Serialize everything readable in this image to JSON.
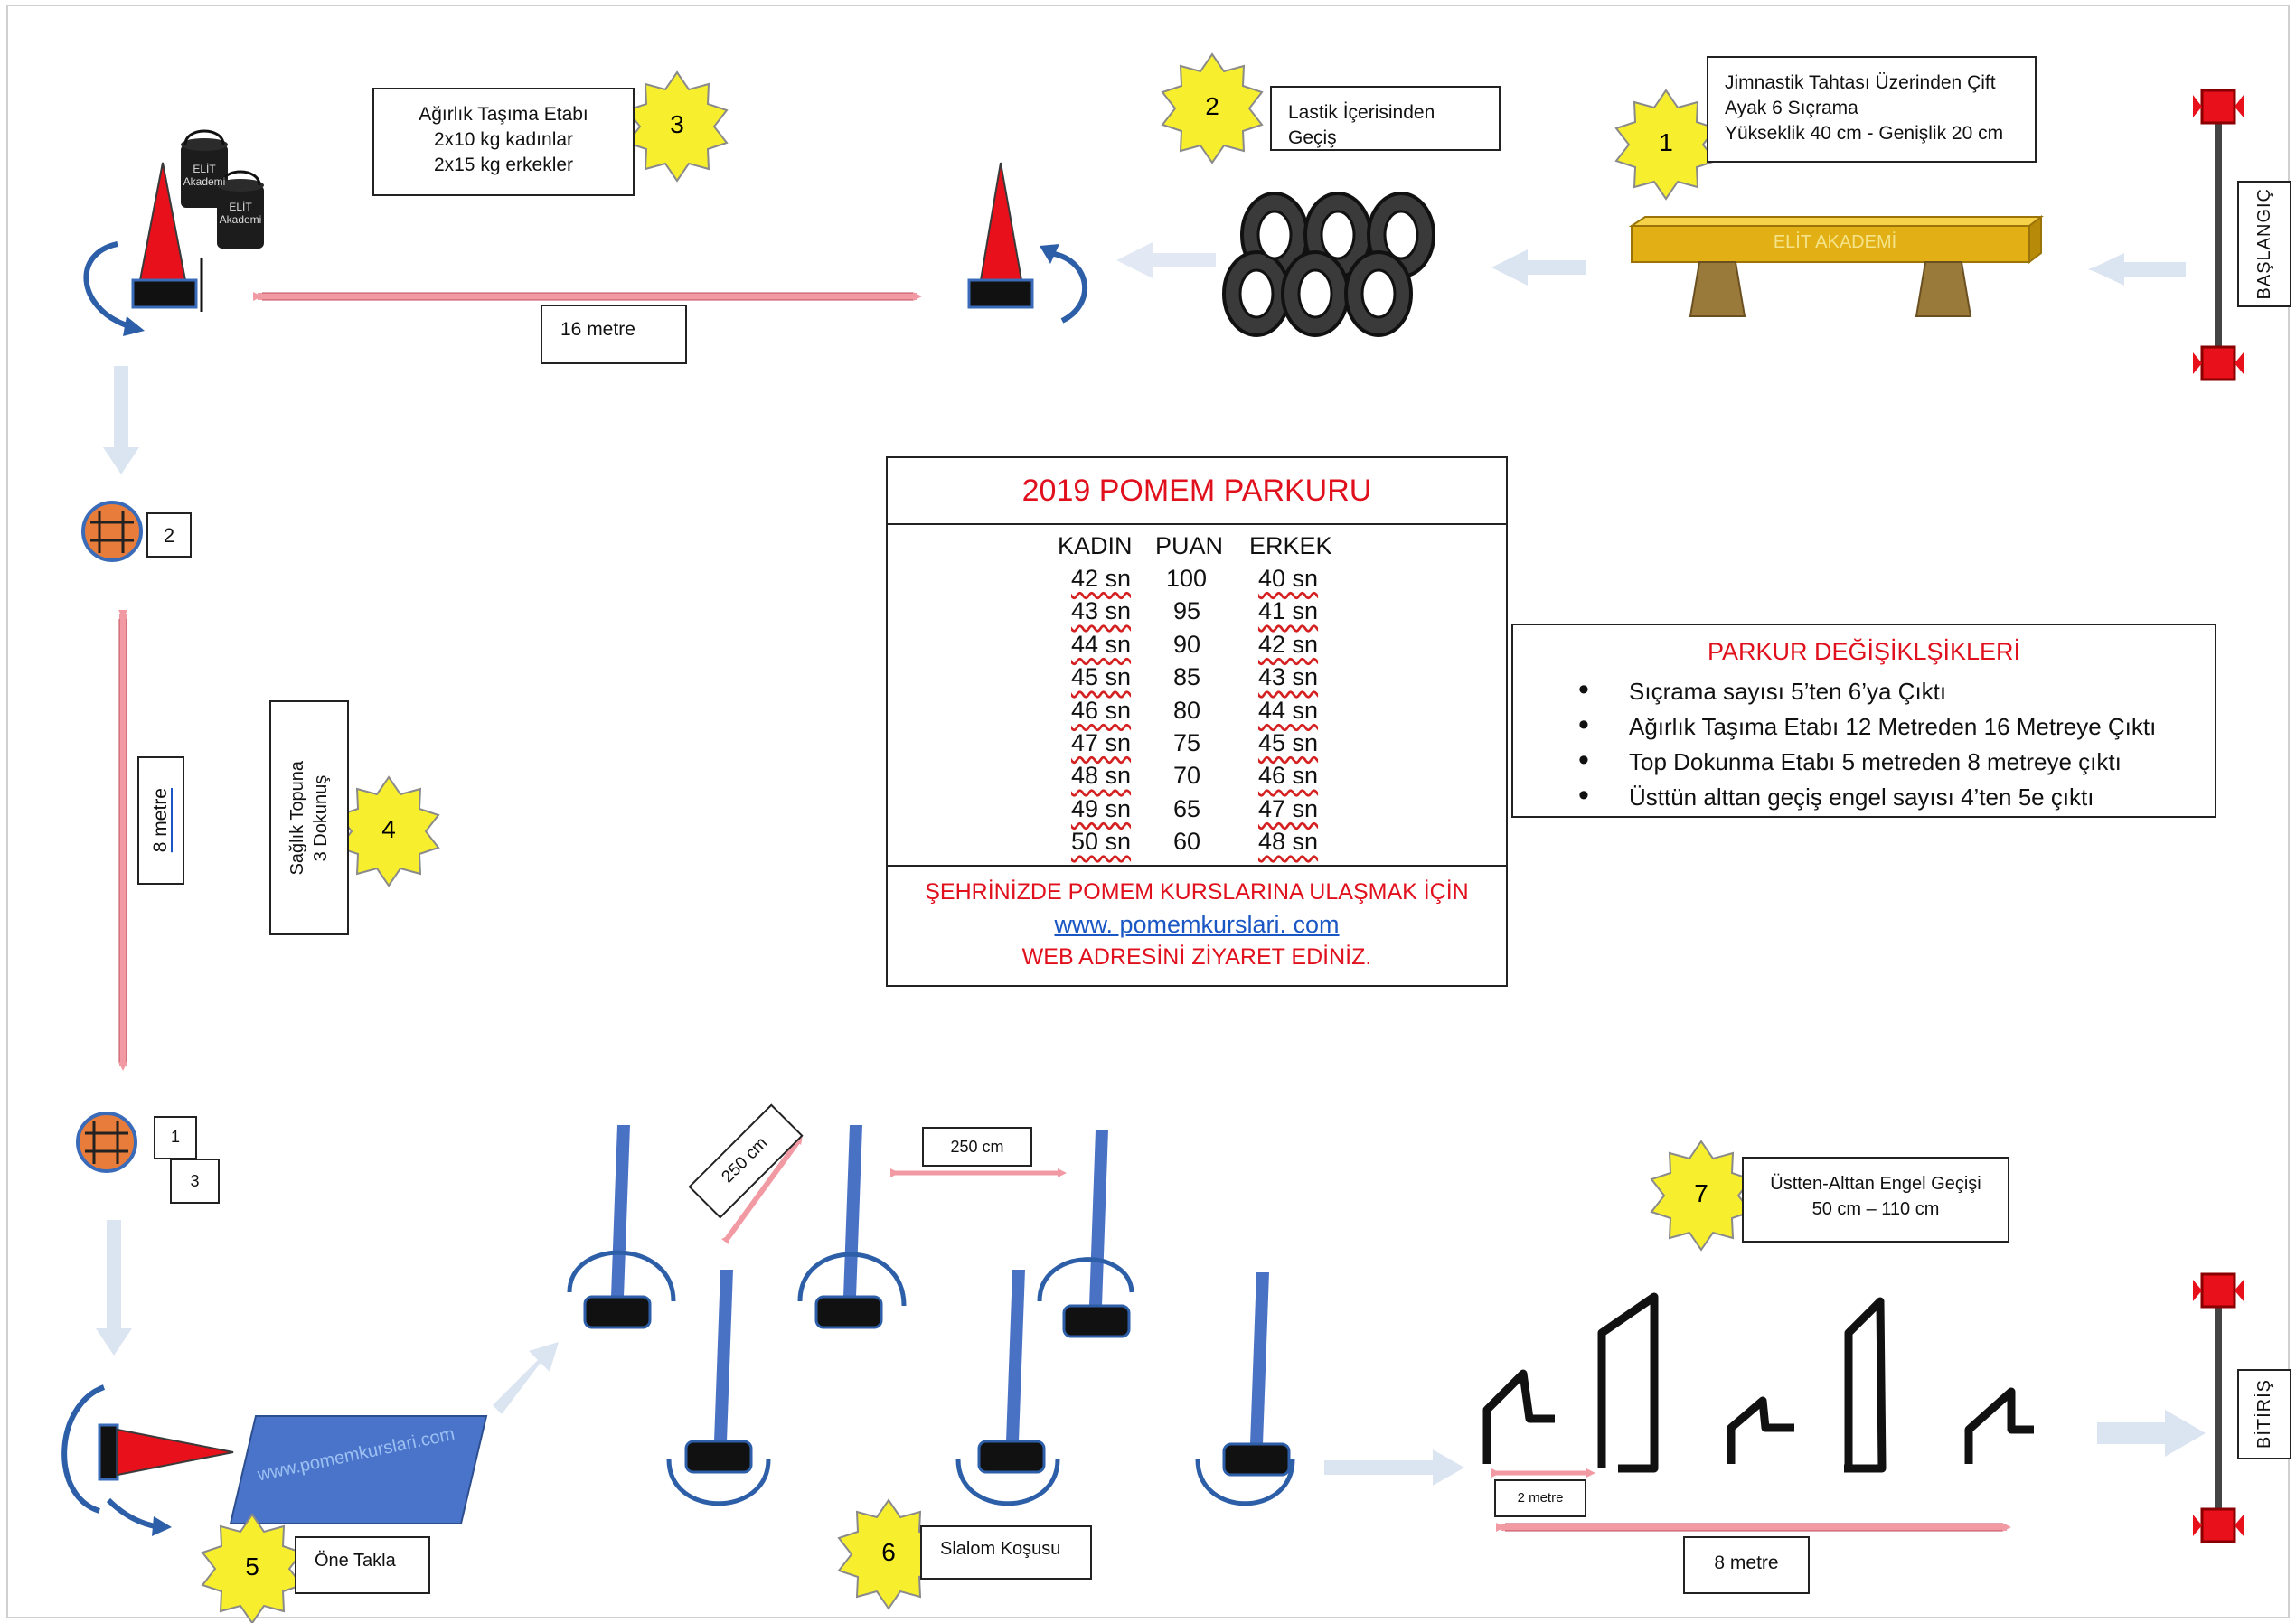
{
  "labels": {
    "start_sign": "BAŞLANGIÇ",
    "finish_sign": "BİTİRİŞ",
    "step1": "Jimnastik Tahtası Üzerinden Çift\nAyak 6 Sıçrama\nYükseklik 40 cm - Genişlik 20 cm",
    "step1_height": "Yükseklik 40 cm - Genişlik 20 cm",
    "step2": "Lastik İçerisinden Geçiş",
    "step3_title": "Ağırlık Taşıma Etabı",
    "step3_women": "2x10 kg kadınlar",
    "step3_men": "2x15 kg erkekler",
    "bench_text": "ELİT AKADEMİ",
    "bucket_text_1": "ELİT",
    "bucket_text_2": "Akademi",
    "dist_16": "16 metre",
    "dist_8_vertical": "8  metre",
    "step4_line1": "Sağlık Topuna",
    "step4_line2": "3 Dokunuş",
    "ball_label_2": "2",
    "ball_label_1": "1",
    "ball_label_3": "3",
    "step5": "Öne Takla",
    "mat_text": "www.pomemkurslari.com",
    "step6": "Slalom Koşusu",
    "dist_250_diag": "250 cm",
    "dist_250_horiz": "250 cm",
    "step7_title": "Üstten-Alttan Engel Geçişi",
    "step7_range": "50 cm – 110 cm",
    "dist_2m": "2 metre",
    "dist_8m": "8 metre"
  },
  "badges": [
    "1",
    "2",
    "3",
    "4",
    "5",
    "6",
    "7"
  ],
  "table": {
    "title": "2019 POMEM PARKURU",
    "headers": [
      "KADIN",
      "PUAN",
      "ERKEK"
    ],
    "rows": [
      [
        "42 sn",
        "100",
        "40 sn"
      ],
      [
        "43 sn",
        "95",
        "41 sn"
      ],
      [
        "44 sn",
        "90",
        "42 sn"
      ],
      [
        "45 sn",
        "85",
        "43 sn"
      ],
      [
        "46 sn",
        "80",
        "44 sn"
      ],
      [
        "47 sn",
        "75",
        "45 sn"
      ],
      [
        "48 sn",
        "70",
        "46 sn"
      ],
      [
        "49 sn",
        "65",
        "47 sn"
      ],
      [
        "50 sn",
        "60",
        "48 sn"
      ]
    ],
    "footer_line1": "ŞEHRİNİZDE POMEM KURSLARINA ULAŞMAK İÇİN",
    "footer_link": "www. pomemkurslari. com",
    "footer_line3": "WEB ADRESİNİ ZİYARET EDİNİZ."
  },
  "changes": {
    "title": "PARKUR DEĞİŞİKLŞİKLERİ",
    "items": [
      "Sıçrama sayısı 5’ten 6’ya Çıktı",
      "Ağırlık Taşıma Etabı 12 Metreden 16 Metreye Çıktı",
      "Top Dokunma Etabı 5 metreden 8 metreye çıktı",
      "Üsttün alttan geçiş engel sayısı 4’ten 5e çıktı"
    ]
  },
  "colors": {
    "cone_red": "#e8101a",
    "badge_yellow": "#f7ef2e",
    "arrow_pale": "#dbe4f1",
    "distance_pink": "#f29aa3",
    "pole_blue": "#4a72c4",
    "mat_blue": "#4a74c9",
    "bench_gold": "#e2b014",
    "ball_orange": "#e87c3a",
    "flag_red": "#e8101a"
  }
}
